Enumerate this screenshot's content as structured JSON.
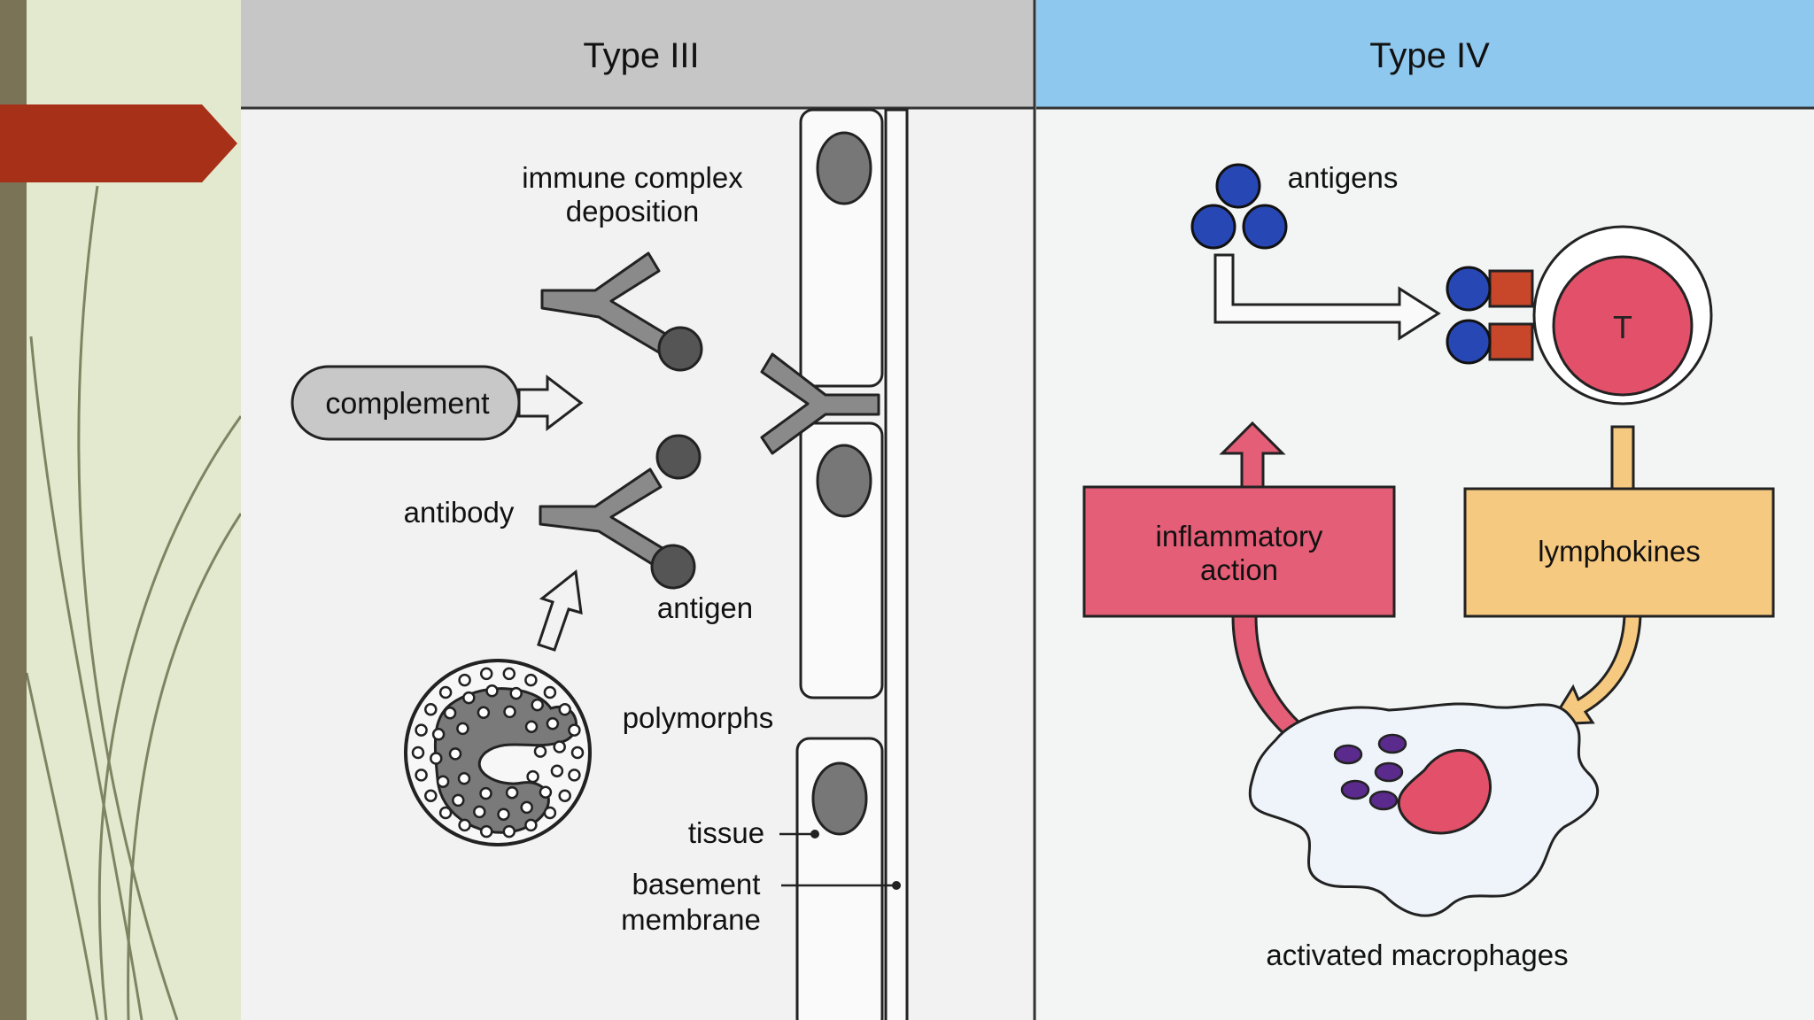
{
  "type3": {
    "title": "Type III",
    "immune_complex_line1": "immune complex",
    "immune_complex_line2": "deposition",
    "complement": "complement",
    "antibody": "antibody",
    "antigen": "antigen",
    "polymorphs": "polymorphs",
    "tissue": "tissue",
    "basement_line1": "basement",
    "basement_line2": "membrane"
  },
  "type4": {
    "title": "Type IV",
    "antigens": "antigens",
    "t_cell": "T",
    "inflammatory_line1": "inflammatory",
    "inflammatory_line2": "action",
    "lymphokines": "lymphokines",
    "macrophages": "activated macrophages"
  },
  "colors": {
    "banner": "#a63018",
    "side_bar": "#7b7356",
    "slide_bg": "#e3e9cf",
    "type3_header": "#c6c6c6",
    "type4_header": "#8ec8ee",
    "t_cell": "#e3506a",
    "inflammatory_box": "#e35e76",
    "lymphokines_box": "#f6c980",
    "antigen_blue": "#2747b4",
    "granule_purple": "#5a2a8c"
  }
}
